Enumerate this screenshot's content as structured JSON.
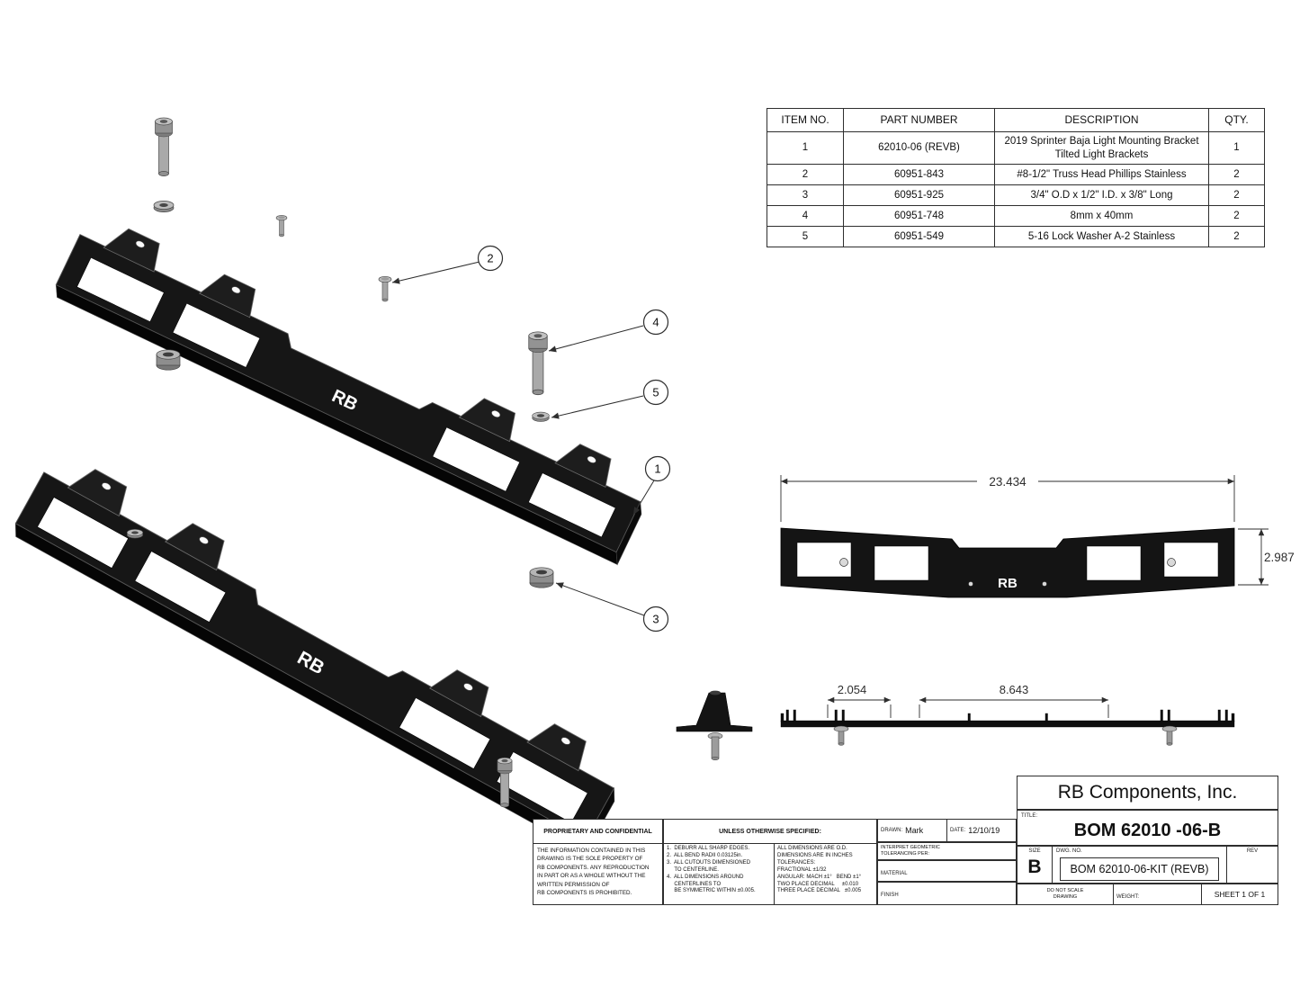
{
  "company": {
    "name": "RB Components, Inc."
  },
  "logo": "RB",
  "bom_table": {
    "headers": [
      "ITEM NO.",
      "PART NUMBER",
      "DESCRIPTION",
      "QTY."
    ],
    "rows": [
      {
        "item": "1",
        "part": "62010-06 (REVB)",
        "desc": "2019 Sprinter Baja Light Mounting Bracket Tilted Light Brackets",
        "qty": "1"
      },
      {
        "item": "2",
        "part": "60951-843",
        "desc": "#8-1/2\" Truss Head Phillips Stainless",
        "qty": "2"
      },
      {
        "item": "3",
        "part": "60951-925",
        "desc": "3/4\" O.D x 1/2\" I.D. x 3/8\" Long",
        "qty": "2"
      },
      {
        "item": "4",
        "part": "60951-748",
        "desc": "8mm x 40mm",
        "qty": "2"
      },
      {
        "item": "5",
        "part": "60951-549",
        "desc": "5-16 Lock Washer A-2 Stainless",
        "qty": "2"
      }
    ]
  },
  "balloons": {
    "b1": "1",
    "b2": "2",
    "b3": "3",
    "b4": "4",
    "b5": "5"
  },
  "dimensions": {
    "overall_width": "23.434",
    "overall_height": "2.987",
    "plan_offset": "2.054",
    "plan_spacing": "8.643"
  },
  "notes_block": {
    "proprietary_heading": "PROPRIETARY AND CONFIDENTIAL",
    "proprietary_body": "THE INFORMATION CONTAINED IN THIS\nDRAWING IS THE SOLE PROPERTY OF\nRB COMPONENTS.  ANY REPRODUCTION\nIN PART OR AS A WHOLE WITHOUT THE\nWRITTEN PERMISSION OF\nRB COMPONENTS IS PROHIBITED.",
    "uos_heading": "UNLESS OTHERWISE SPECIFIED:",
    "notes": [
      "1.  DEBURR ALL SHARP EDGES.",
      "2.  ALL BEND RADII 0.03125in.",
      "3.  ALL CUTOUTS DIMENSIONED\n     TO CENTERLINE.",
      "4.  ALL DIMENSIONS AROUND\n     CENTERLINES TO\n     BE SYMMETRIC WITHIN ±0.005."
    ],
    "tolerances": [
      "ALL DIMENSIONS ARE O.D.",
      "DIMENSIONS ARE IN INCHES",
      "TOLERANCES:",
      "FRACTIONAL ±1/32",
      "ANGULAR: MACH ±1°   BEND ±1°",
      "TWO PLACE DECIMAL     ±0.010",
      "THREE PLACE DECIMAL   ±0.005"
    ],
    "interpret": "INTERPRET GEOMETRIC\nTOLERANCING PER:",
    "material_label": "MATERIAL",
    "finish_label": "FINISH"
  },
  "title_block": {
    "title_label": "TITLE:",
    "title": "BOM 62010 -06-B",
    "size_label": "SIZE",
    "size": "B",
    "dwg_label": "DWG.  NO.",
    "dwg_no": "BOM 62010-06-KIT (REVB)",
    "rev_label": "REV",
    "drawn_label": "DRAWN:",
    "drawn_by": "Mark",
    "date_label": "DATE:",
    "date": "12/10/19",
    "do_not_scale": "DO NOT SCALE\nDRAWING",
    "weight_label": "WEIGHT:",
    "sheet": "SHEET 1 OF 1"
  }
}
